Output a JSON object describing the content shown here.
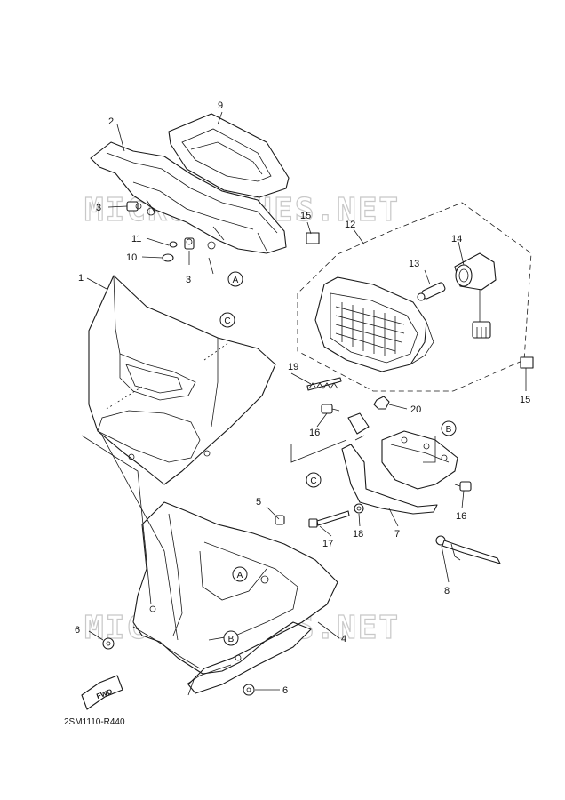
{
  "watermark": "MICROFICHES.NET",
  "diagram_code": "2SM1110-R440",
  "fwd_label": "FWD",
  "callouts": [
    "1",
    "2",
    "3",
    "3",
    "4",
    "5",
    "6",
    "6",
    "7",
    "8",
    "9",
    "10",
    "11",
    "12",
    "13",
    "14",
    "15",
    "15",
    "16",
    "16",
    "17",
    "18",
    "19",
    "20"
  ],
  "ref_marks": [
    "A",
    "A",
    "B",
    "B",
    "C",
    "C"
  ]
}
